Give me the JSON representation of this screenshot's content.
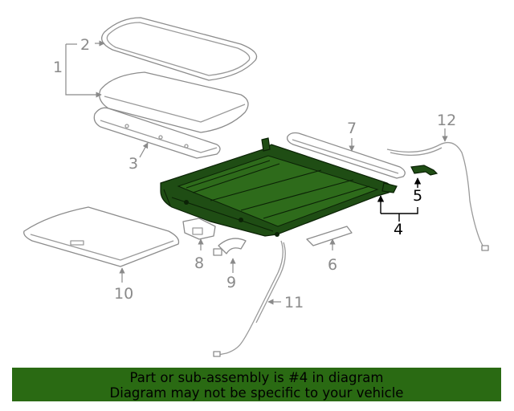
{
  "callouts": {
    "c1": "1",
    "c2": "2",
    "c3": "3",
    "c4": "4",
    "c5": "5",
    "c6": "6",
    "c7": "7",
    "c8": "8",
    "c9": "9",
    "c10": "10",
    "c11": "11",
    "c12": "12"
  },
  "highlight": {
    "part": "4",
    "color": "#2a6a13"
  },
  "banner": {
    "line1": "Part or sub-assembly is #4 in diagram",
    "line2": "Diagram may not be specific to your vehicle"
  }
}
